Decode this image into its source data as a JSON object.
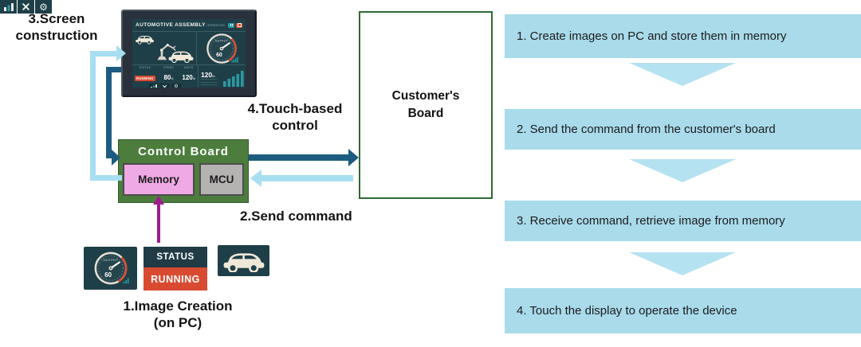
{
  "colors": {
    "step_box_blue": "#a9dbeb",
    "chevron_blue": "#b5e2f0",
    "arrow_dark_blue": "#1d5c80",
    "arrow_light_blue": "#a8def2",
    "arrow_purple": "#9e1b90",
    "control_board_green": "#4c7d3d",
    "customer_board_border_green": "#2e6b32",
    "memory_pink": "#efa9e5",
    "mcu_gray": "#b5b3b2",
    "screen_background": "#1e3f48",
    "accent_teal": "#2f97a0",
    "status_red": "#d84b31"
  },
  "annotations": {
    "screen_construction": {
      "line1": "3.Screen",
      "line2": "construction"
    },
    "touch_control": {
      "line1": "4.Touch-based",
      "line2": "control"
    },
    "send_command": "2.Send command",
    "image_creation": {
      "line1": "1.Image Creation",
      "line2": "(on PC)"
    }
  },
  "display": {
    "title": "AUTOMOTIVE ASSEMBLY",
    "operation_label": "OPERATION",
    "gauge": {
      "label": "OUTPUT",
      "value": "60"
    },
    "stats": {
      "status_label": "STATUS",
      "status_value": "RUNNING",
      "speed_label": "SPEED",
      "speed_value": "80",
      "speed_unit": "%",
      "units_label": "UNITS",
      "units_value": "120",
      "units_unit": "/h"
    },
    "rate": {
      "value": "120",
      "unit": "/h"
    }
  },
  "control_board": {
    "title": "Control Board",
    "memory_label": "Memory",
    "mcu_label": "MCU"
  },
  "customer_board": {
    "line1": "Customer's",
    "line2": "Board"
  },
  "tiles": {
    "gauge": {
      "label": "OUTPUT",
      "value": "60"
    },
    "status": {
      "label": "STATUS",
      "value": "RUNNING"
    }
  },
  "icons": {
    "gear_glyph": "⚙"
  },
  "steps": [
    {
      "label": "1. Create images on PC and store them in memory"
    },
    {
      "label": "2. Send the command from the customer's board"
    },
    {
      "label": "3. Receive command, retrieve image from memory"
    },
    {
      "label": "4. Touch the display to operate the device"
    }
  ]
}
